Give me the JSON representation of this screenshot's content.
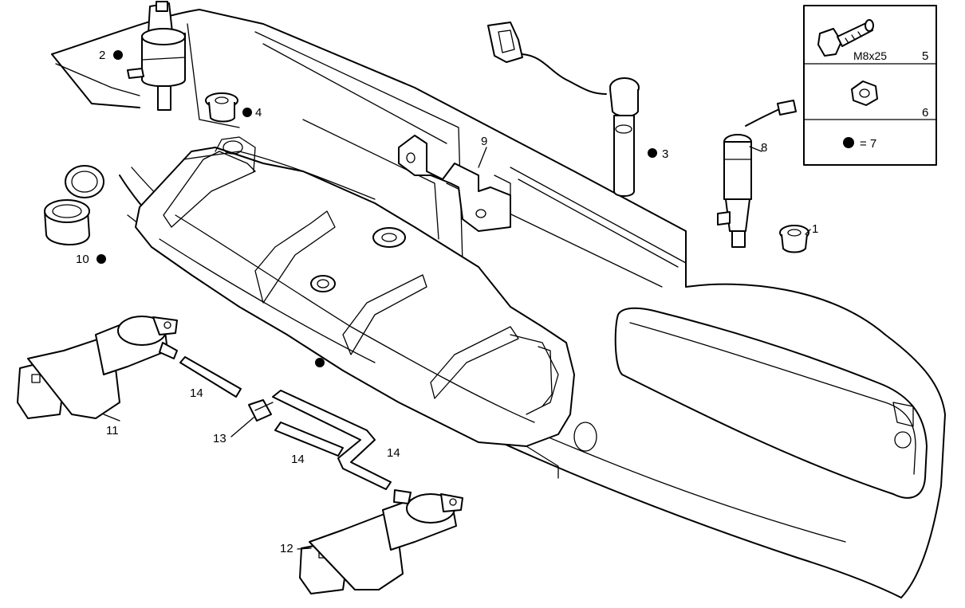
{
  "callouts": {
    "c1": "1",
    "c2": "2",
    "c3": "3",
    "c4": "4",
    "c5": "5",
    "c6": "6",
    "c8": "8",
    "c9": "9",
    "c10": "10",
    "c11": "11",
    "c12": "12",
    "c13": "13",
    "c14a": "14",
    "c14b": "14",
    "c14c": "14"
  },
  "legend": {
    "bolt_size": "M8x25",
    "bolt_num": "5",
    "nut_num": "6",
    "dot_eq": "= 7"
  },
  "colors": {
    "line": "#000000",
    "watermark": "#cfcfcf",
    "background": "#ffffff"
  }
}
